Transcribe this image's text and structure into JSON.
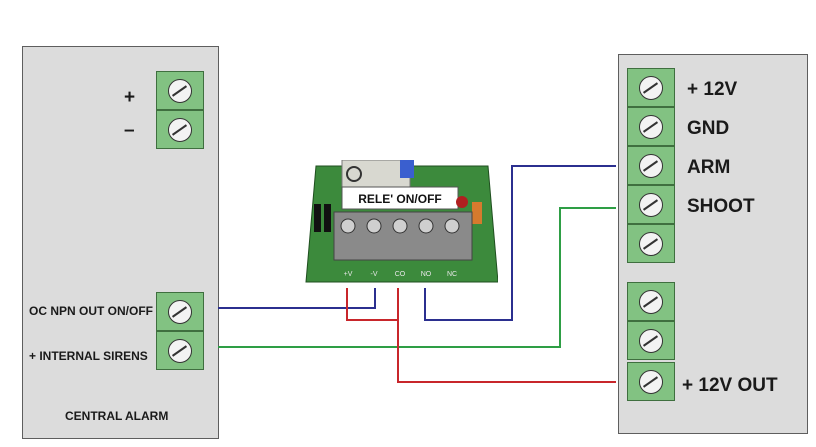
{
  "central_alarm": {
    "title": "CENTRAL ALARM",
    "power_plus": "+",
    "power_minus": "–",
    "oc_out_label": "OC NPN OUT ON/OFF",
    "sirens_label": "+ INTERNAL SIRENS"
  },
  "relay_module": {
    "label": "RELE' ON/OFF",
    "pins": [
      "+V",
      "-V",
      "CO",
      "NO",
      "NC"
    ]
  },
  "right_device": {
    "top_labels": [
      "+ 12V",
      "GND",
      "ARM",
      "SHOOT"
    ],
    "out_label": "+ 12V OUT"
  },
  "colors": {
    "blue_wire": "#2b2f8f",
    "green_wire": "#2e9e45",
    "red_wire": "#c8262b",
    "terminal_green": "#82c282",
    "panel_gray": "#dcdcdc"
  }
}
